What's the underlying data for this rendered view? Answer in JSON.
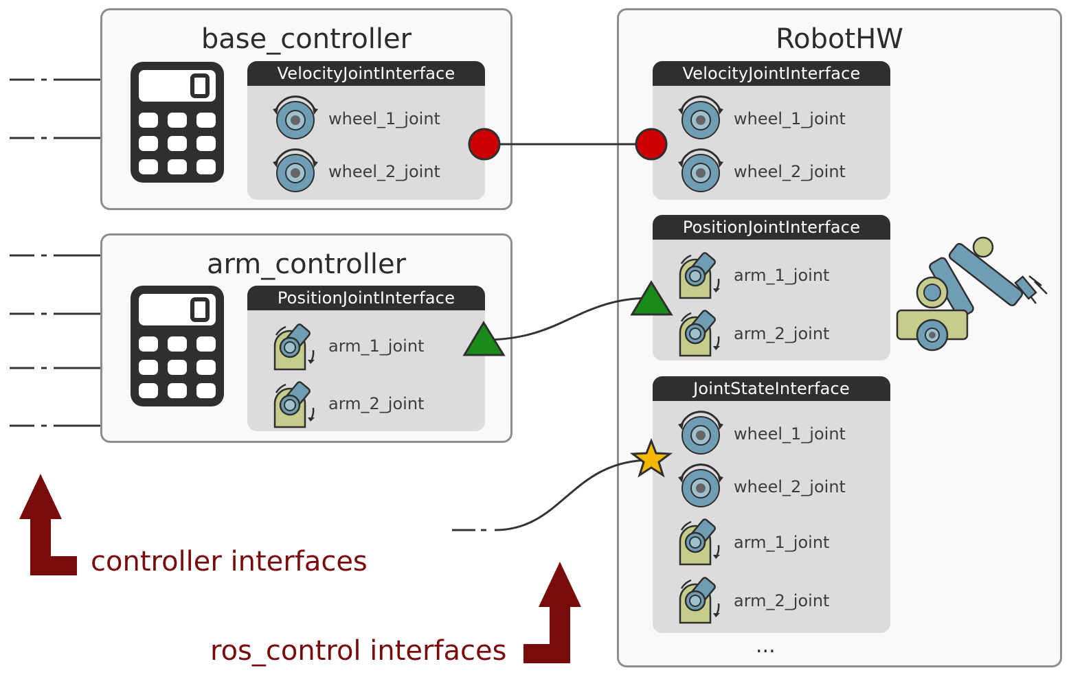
{
  "base_controller": {
    "title": "base_controller",
    "interface": {
      "title": "VelocityJointInterface",
      "joints": [
        "wheel_1_joint",
        "wheel_2_joint"
      ]
    }
  },
  "arm_controller": {
    "title": "arm_controller",
    "interface": {
      "title": "PositionJointInterface",
      "joints": [
        "arm_1_joint",
        "arm_2_joint"
      ]
    }
  },
  "robothw": {
    "title": "RobotHW",
    "interfaces": [
      {
        "title": "VelocityJointInterface",
        "joints": [
          "wheel_1_joint",
          "wheel_2_joint"
        ]
      },
      {
        "title": "PositionJointInterface",
        "joints": [
          "arm_1_joint",
          "arm_2_joint"
        ]
      },
      {
        "title": "JointStateInterface",
        "joints": [
          "wheel_1_joint",
          "wheel_2_joint",
          "arm_1_joint",
          "arm_2_joint"
        ]
      }
    ],
    "more": "..."
  },
  "annotations": {
    "controller_interfaces": "controller interfaces",
    "ros_control_interfaces": "ros_control interfaces"
  },
  "colors": {
    "velocity_connector": "#cc0000",
    "position_connector": "#1a8a1a",
    "state_connector": "#f2b800",
    "annotation": "#7a0b0b",
    "wheel_icon": "#6f9db3",
    "arm_icon_base": "#c6cc8b",
    "header": "#2f2f2f"
  },
  "icons": {
    "controller": "calculator-icon",
    "wheel_joint": "wheel-joint-icon",
    "arm_joint": "arm-joint-icon",
    "robot": "robot-arm-icon"
  }
}
